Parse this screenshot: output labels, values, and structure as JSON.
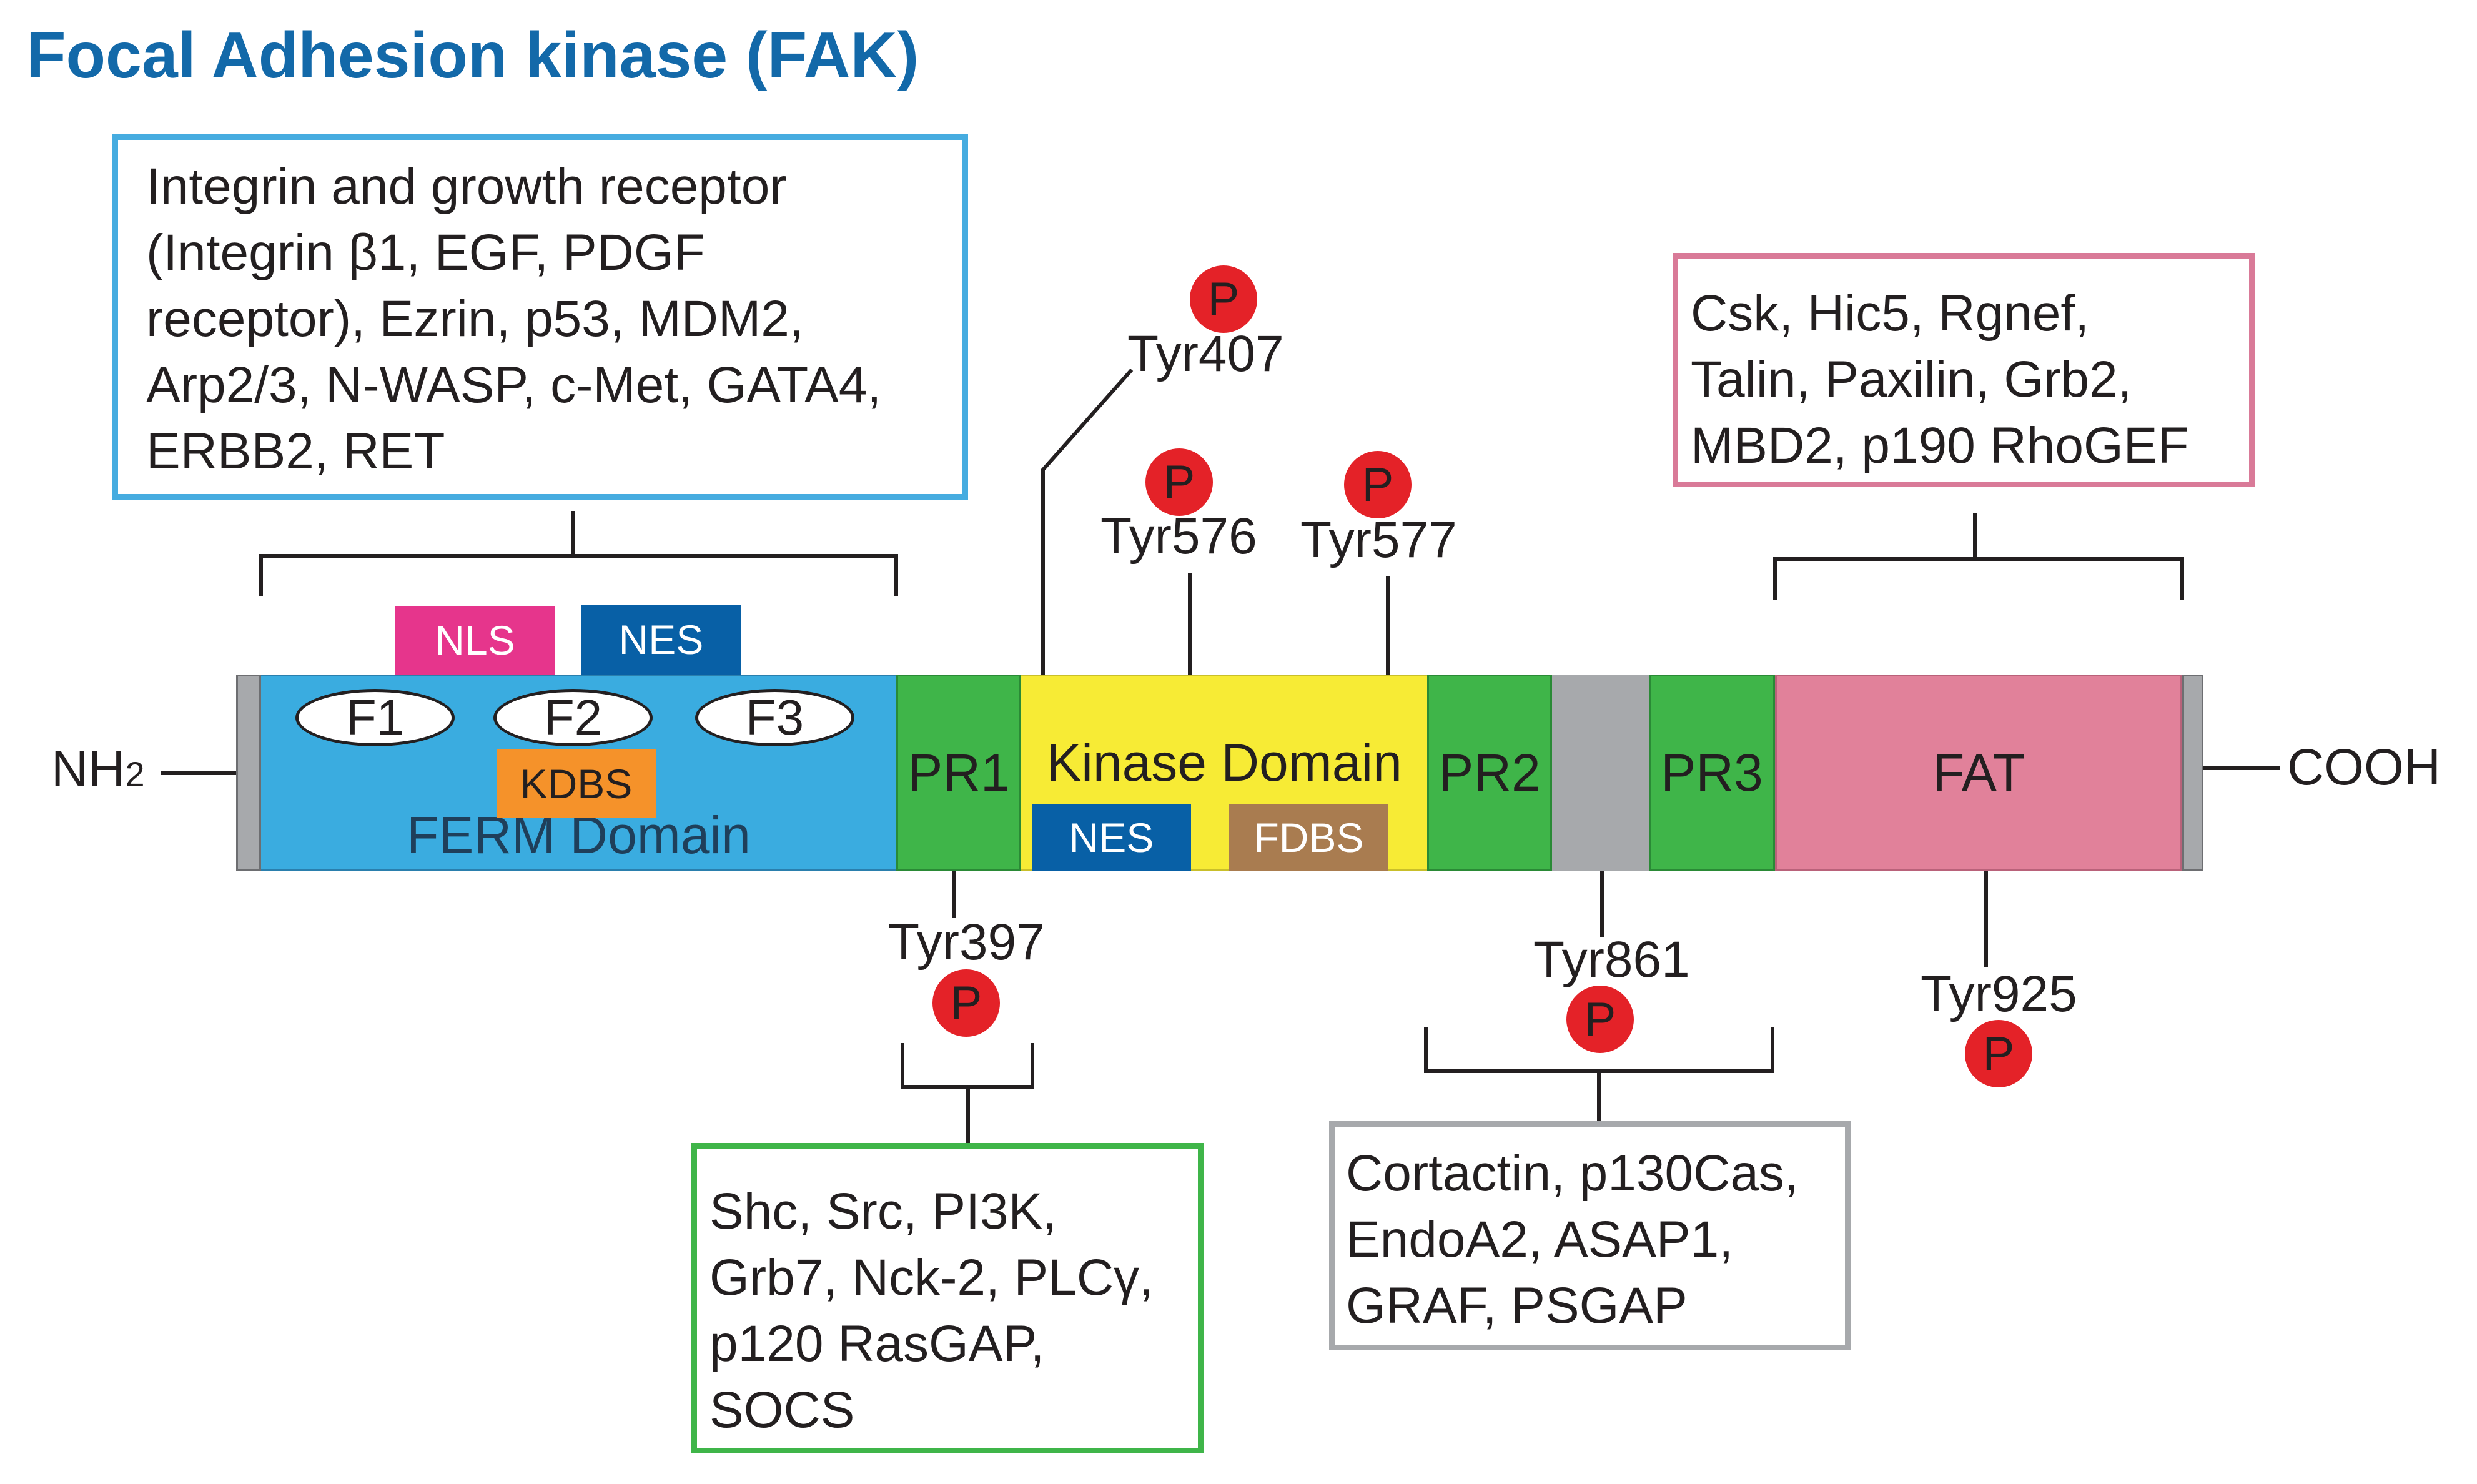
{
  "title": "Focal Adhesion kinase (FAK)",
  "colors": {
    "title": "#1369a9",
    "ferm": "#3aace0",
    "proline_rich": "#3fb549",
    "kinase": "#f7eb35",
    "linker": "#a7a9ac",
    "fat": "#e1819a",
    "nls": "#e6358c",
    "nes": "#0860a6",
    "kdbs": "#f5922a",
    "fdbs": "#a97c50",
    "phospho": "#e42228",
    "box_blue": "#46ace0",
    "box_pink": "#d97a98",
    "box_green": "#3fb549",
    "box_grey": "#a7a9ac"
  },
  "termini": {
    "n": "NH",
    "n_sub": "2",
    "c": "COOH"
  },
  "domains": {
    "ferm": "FERM Domain",
    "pr1": "PR1",
    "kinase": "Kinase Domain",
    "pr2": "PR2",
    "pr3": "PR3",
    "fat": "FAT"
  },
  "subregions": {
    "f1": "F1",
    "f2": "F2",
    "f3": "F3",
    "nls": "NLS",
    "nes_ferm": "NES",
    "kdbs": "KDBS",
    "nes_kinase": "NES",
    "fdbs": "FDBS"
  },
  "phospho_label": "P",
  "sites": {
    "tyr407": "Tyr407",
    "tyr576": "Tyr576",
    "tyr577": "Tyr577",
    "tyr397": "Tyr397",
    "tyr861": "Tyr861",
    "tyr925": "Tyr925"
  },
  "interactor_boxes": {
    "ferm": "Integrin and growth receptor\n(Integrin β1, EGF,  PDGF\nreceptor), Ezrin, p53, MDM2,\nArp2/3, N-WASP, c-Met, GATA4,\nERBB2, RET",
    "fat": "Csk, Hic5, Rgnef,\nTalin, Paxilin, Grb2,\nMBD2, p190 RhoGEF",
    "tyr397": "Shc, Src, PI3K,\nGrb7, Nck-2, PLCγ,\np120 RasGAP,\nSOCS",
    "pr_tail": "Cortactin, p130Cas,\nEndoA2, ASAP1,\nGRAF, PSGAP"
  }
}
